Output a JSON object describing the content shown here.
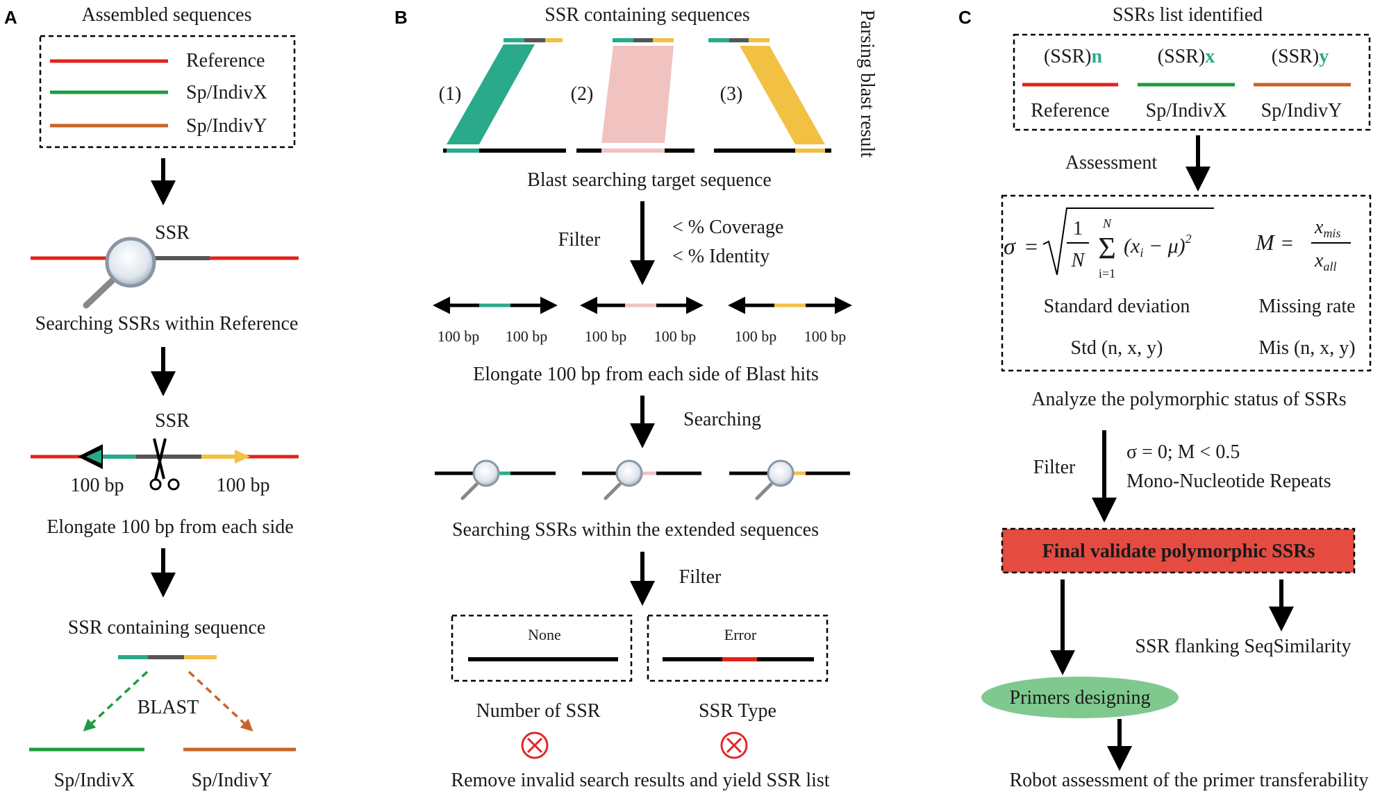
{
  "colors": {
    "reference": "#e2231a",
    "indivX": "#1e9b3e",
    "indivY": "#c8642a",
    "teal": "#2aaa8a",
    "gray": "#555555",
    "yellow": "#f2c043",
    "pink": "#f0c2c0",
    "final_box": "#e54b41",
    "primers": "#7fc98f",
    "cross": "#e0262b"
  },
  "panel_a": {
    "letter": "A",
    "title": "Assembled sequences",
    "legend": [
      "Reference",
      "Sp/IndivX",
      "Sp/IndivY"
    ],
    "ssr_label_1": "SSR",
    "step1": "Searching SSRs within Reference",
    "ssr_label_2": "SSR",
    "bp_left": "100 bp",
    "bp_right": "100 bp",
    "step2": "Elongate 100 bp from each side",
    "step3": "SSR containing sequence",
    "blast": "BLAST",
    "out_x": "Sp/IndivX",
    "out_y": "Sp/IndivY"
  },
  "panel_b": {
    "letter": "B",
    "title": "SSR containing sequences",
    "side_label": "Parsing blast result",
    "cases": [
      "(1)",
      "(2)",
      "(3)"
    ],
    "blast_target": "Blast searching target sequence",
    "filter1": "Filter",
    "criteria": [
      "< % Coverage",
      "< % Identity"
    ],
    "bp": [
      "100 bp",
      "100 bp",
      "100 bp",
      "100 bp",
      "100 bp",
      "100 bp"
    ],
    "elongate": "Elongate 100 bp from each side of Blast hits",
    "searching": "Searching",
    "search_ext": "Searching SSRs within the extended sequences",
    "filter2": "Filter",
    "box_none": "None",
    "box_error": "Error",
    "num_ssr": "Number of SSR",
    "ssr_type": "SSR Type",
    "remove": "Remove invalid search results and yield SSR list"
  },
  "panel_c": {
    "letter": "C",
    "title": "SSRs list identified",
    "ssr_base": "(SSR)",
    "subs": [
      "n",
      "x",
      "y"
    ],
    "labels": [
      "Reference",
      "Sp/IndivX",
      "Sp/IndivY"
    ],
    "assessment": "Assessment",
    "formula": {
      "sigma": "σ",
      "eq": "=",
      "one": "1",
      "N": "N",
      "sum": "Σ",
      "sum_top": "N",
      "sum_bot": "i=1",
      "body": "(x",
      "sub_i": "i",
      "minus_mu": " − μ)",
      "sq": "2",
      "M": "M",
      "x": "x",
      "mis": "mis",
      "all": "all"
    },
    "std_label": "Standard deviation",
    "mis_label": "Missing rate",
    "std_fn": "Std (n, x, y)",
    "mis_fn": "Mis (n, x, y)",
    "analyze": "Analyze the polymorphic status of SSRs",
    "filter": "Filter",
    "criteria": [
      "σ = 0; M < 0.5",
      "Mono-Nucleotide Repeats"
    ],
    "final": "Final validate polymorphic SSRs",
    "flanking": "SSR flanking SeqSimilarity",
    "primers": "Primers designing",
    "robot": "Robot assessment of the primer transferability"
  }
}
